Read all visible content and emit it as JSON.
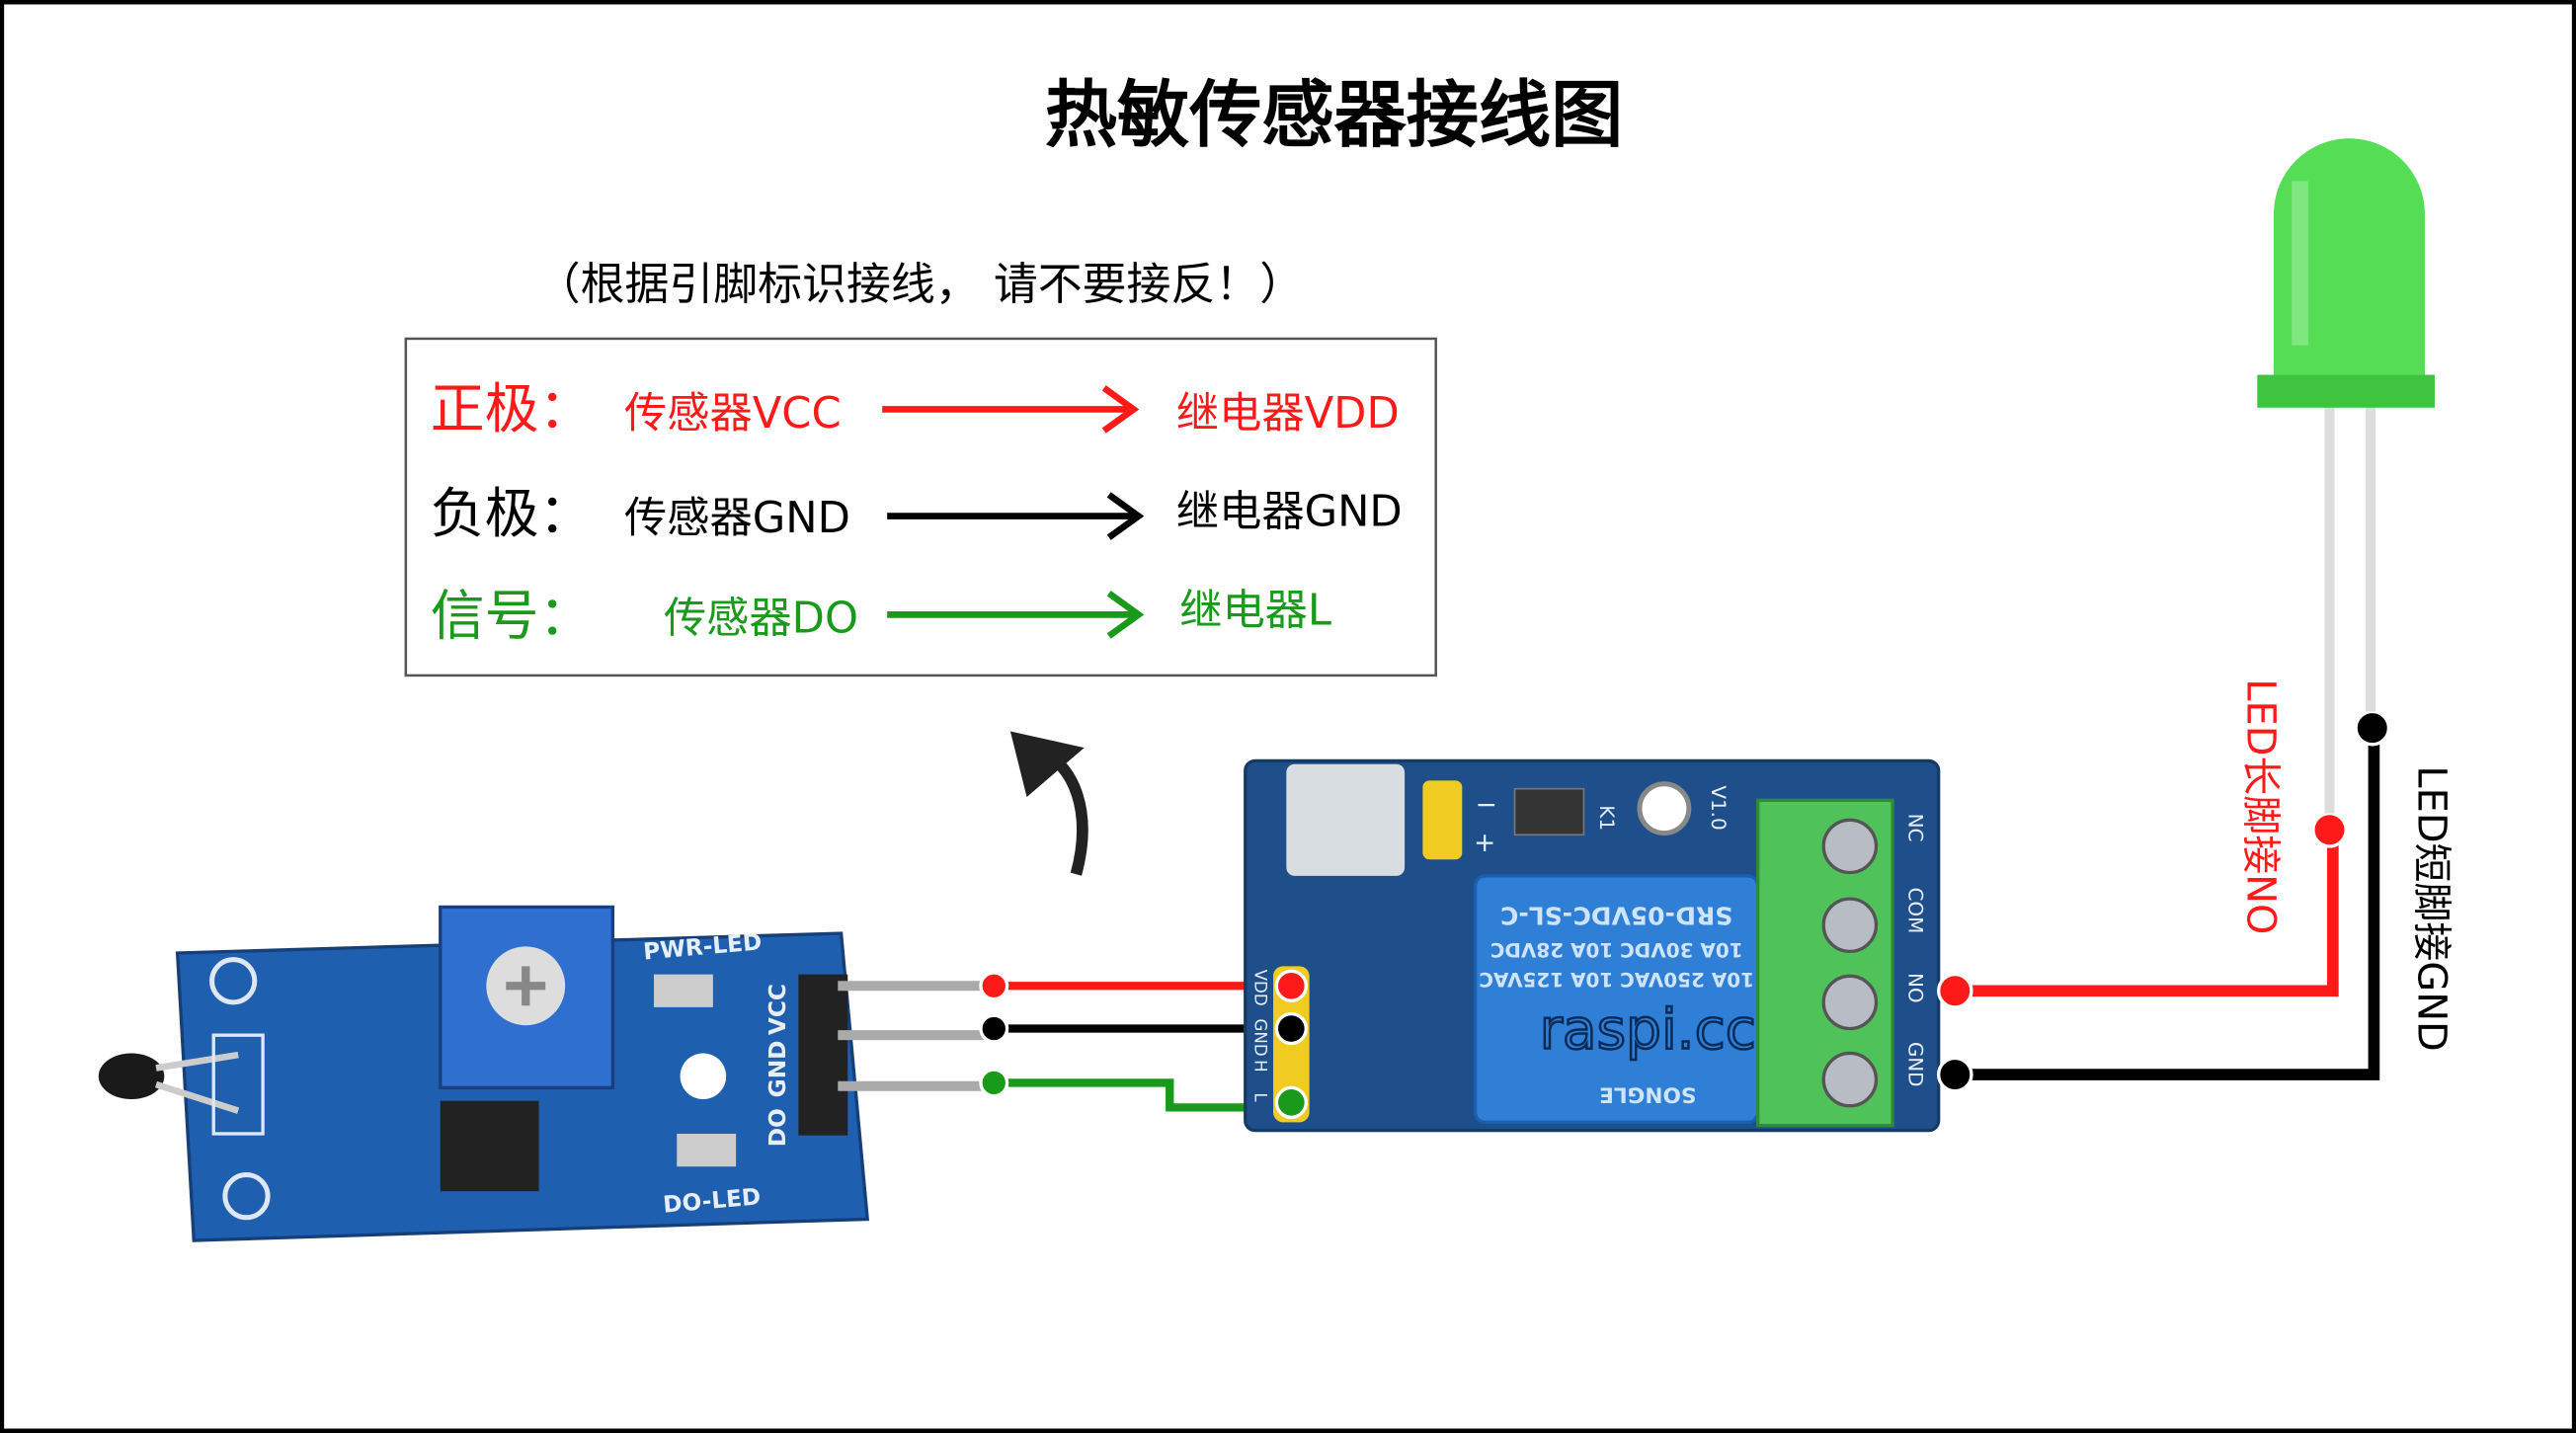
{
  "title": "热敏传感器接线图",
  "subtitle": "（根据引脚标识接线， 请不要接反！）",
  "colors": {
    "positive": "#ff1a1a",
    "negative": "#000000",
    "signal": "#1a9a1a",
    "pcb": "#1f4f8a",
    "relay": "#2f7fd6",
    "terminal": "#4fc25a",
    "led": "#55dd55"
  },
  "legend": {
    "rows": [
      {
        "label": "正极：",
        "from": "传感器VCC",
        "to": "继电器VDD"
      },
      {
        "label": "负极：",
        "from": "传感器GND",
        "to": "继电器GND"
      },
      {
        "label": "信号：",
        "from": "传感器DO",
        "to": "继电器L"
      }
    ]
  },
  "sensor": {
    "pwr_led": "PWR-LED",
    "do_led": "DO-LED",
    "pins": [
      "DO",
      "GND",
      "VCC"
    ]
  },
  "relay": {
    "pins": [
      "VDD",
      "GND",
      "H",
      "L"
    ],
    "terminals": [
      "NC",
      "COM",
      "NO",
      "GND"
    ],
    "model": "SRD-05VDC-SL-C",
    "rating1": "10A 30VDC  10A 28VDC",
    "rating2": "10A 250VAC  10A 125VAC",
    "brand": "SONGLE",
    "version": "V1.0",
    "k1": "K1",
    "jumper_minus": "−",
    "jumper_plus": "+"
  },
  "led_labels": {
    "long": "LED长脚接NO",
    "short": "LED短脚接GND"
  },
  "watermark": "raspi.cc"
}
